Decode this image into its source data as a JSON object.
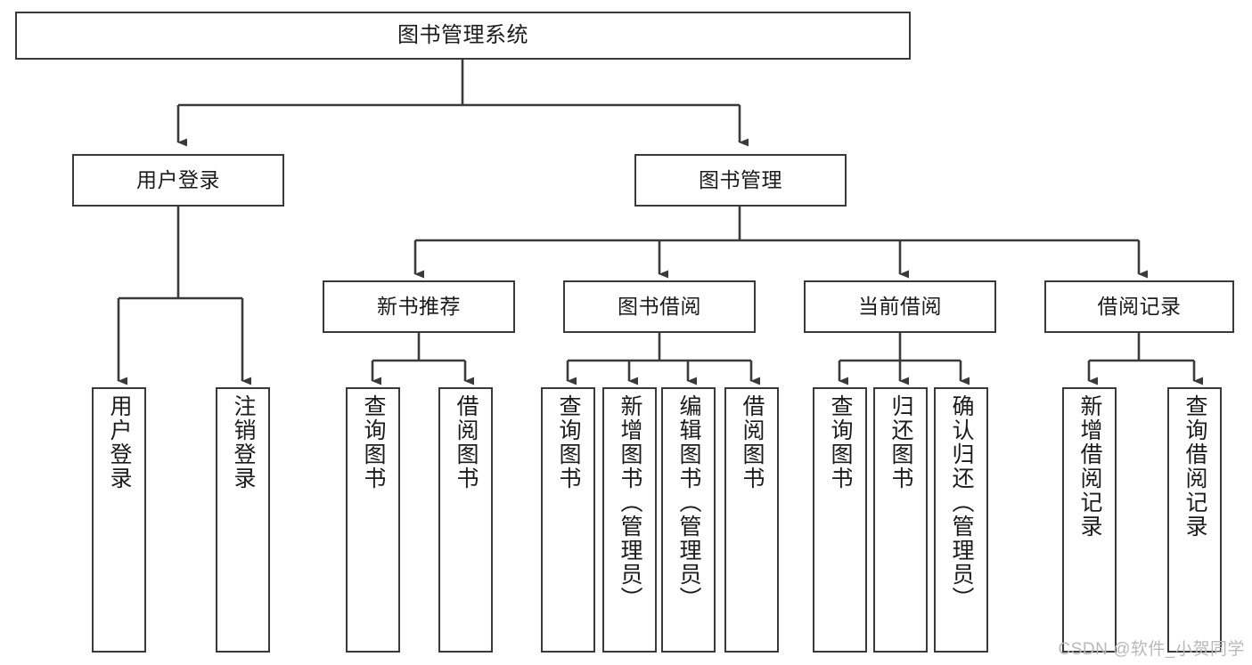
{
  "diagram": {
    "title": "图书管理系统",
    "watermark": "CSDN @软件_小贺同学",
    "colors": {
      "stroke": "#3a3a3a",
      "background": "#ffffff",
      "text": "#1b1b1b",
      "watermark": "#b9b9b9"
    },
    "nodes": {
      "root": {
        "label": "图书管理系统"
      },
      "level2": [
        {
          "label": "用户登录"
        },
        {
          "label": "图书管理"
        }
      ],
      "level3": [
        {
          "label": "新书推荐"
        },
        {
          "label": "图书借阅"
        },
        {
          "label": "当前借阅"
        },
        {
          "label": "借阅记录"
        }
      ],
      "leaves": {
        "user_login": [
          {
            "label": "用户登录"
          },
          {
            "label": "注销登录"
          }
        ],
        "new_book_recommend": [
          {
            "label": "查询图书"
          },
          {
            "label": "借阅图书"
          }
        ],
        "book_borrow": [
          {
            "label": "查询图书"
          },
          {
            "label": "新增图书（管理员）"
          },
          {
            "label": "编辑图书（管理员）"
          },
          {
            "label": "借阅图书"
          }
        ],
        "current_borrow": [
          {
            "label": "查询图书"
          },
          {
            "label": "归还图书"
          },
          {
            "label": "确认归还（管理员）"
          }
        ],
        "borrow_record": [
          {
            "label": "新增借阅记录"
          },
          {
            "label": "查询借阅记录"
          }
        ]
      }
    }
  }
}
